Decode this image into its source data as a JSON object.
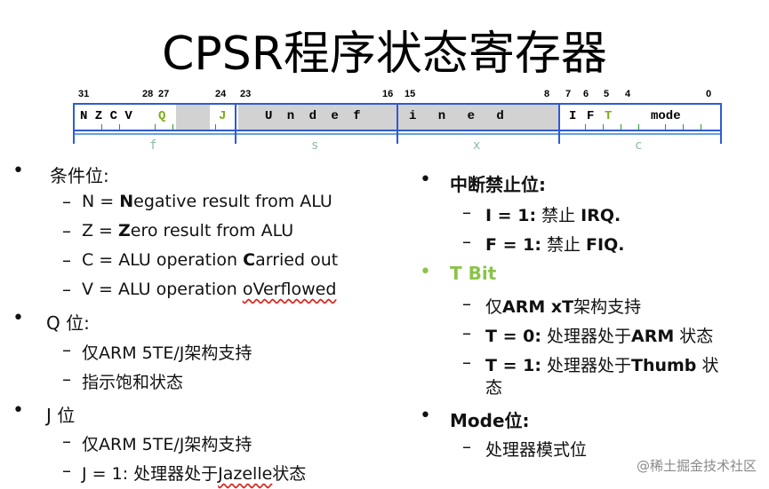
{
  "title": "CPSR程序状态寄存器",
  "bit_numbers": [
    "31",
    "28",
    "27",
    "24",
    "23",
    "16",
    "15",
    "8",
    "7",
    "6",
    "5",
    "4",
    "0"
  ],
  "register": {
    "nzcv": "N Z C V",
    "q": "Q",
    "j": "J",
    "undef": "U n d e f",
    "ined": "i n e d",
    "i": "I",
    "f": "F",
    "t": "T",
    "mode": "mode"
  },
  "field_labels": [
    "f",
    "s",
    "x",
    "c"
  ],
  "left": {
    "cond_title": "条件位:",
    "n_prefix": "N = ",
    "n_bold": "N",
    "n_rest": "egative result from ALU",
    "z_prefix": "Z = ",
    "z_bold": "Z",
    "z_rest": "ero result from ALU",
    "c_prefix": "C = ALU operation ",
    "c_bold": "C",
    "c_rest": "arried out",
    "v_prefix": "V = ALU operation ",
    "v_mark": "oVerflowed",
    "q_title": "Q 位:",
    "q_item1": "仅ARM 5TE/J架构支持",
    "q_item2": "指示饱和状态",
    "j_title": "J 位",
    "j_item1": "仅ARM 5TE/J架构支持",
    "j_item2_prefix": "J = 1:  处理器处于",
    "j_item2_mark": "Jazelle",
    "j_item2_suffix": "状态"
  },
  "right": {
    "int_title": "中断禁止位:",
    "i_bold": "I  = 1:",
    "i_text": " 禁止  ",
    "i_bold2": "IRQ.",
    "f_bold": "F = 1:",
    "f_text": " 禁止  ",
    "f_bold2": "FIQ.",
    "t_title": "T Bit",
    "t_item1_a": "仅",
    "t_item1_b": "ARM  xT",
    "t_item1_c": "架构支持",
    "t0_bold": "T = 0:",
    "t0_text": " 处理器处于",
    "t0_bold2": "ARM",
    "t0_tail": " 状态",
    "t1_bold": "T = 1:",
    "t1_text": " 处理器处于",
    "t1_bold2": "Thumb",
    "t1_tail": " 状",
    "t1_wrap": "态",
    "mode_title_bold": "Mode",
    "mode_title_rest": "位:",
    "mode_item": "处理器模式位"
  },
  "watermark": "@稀土掘金技术社区",
  "colors": {
    "register_border": "#2e5bd6",
    "green_bits": "#7cae1a",
    "t_bit_heading": "#8bc34a",
    "field_labels": "#8fbba0"
  }
}
